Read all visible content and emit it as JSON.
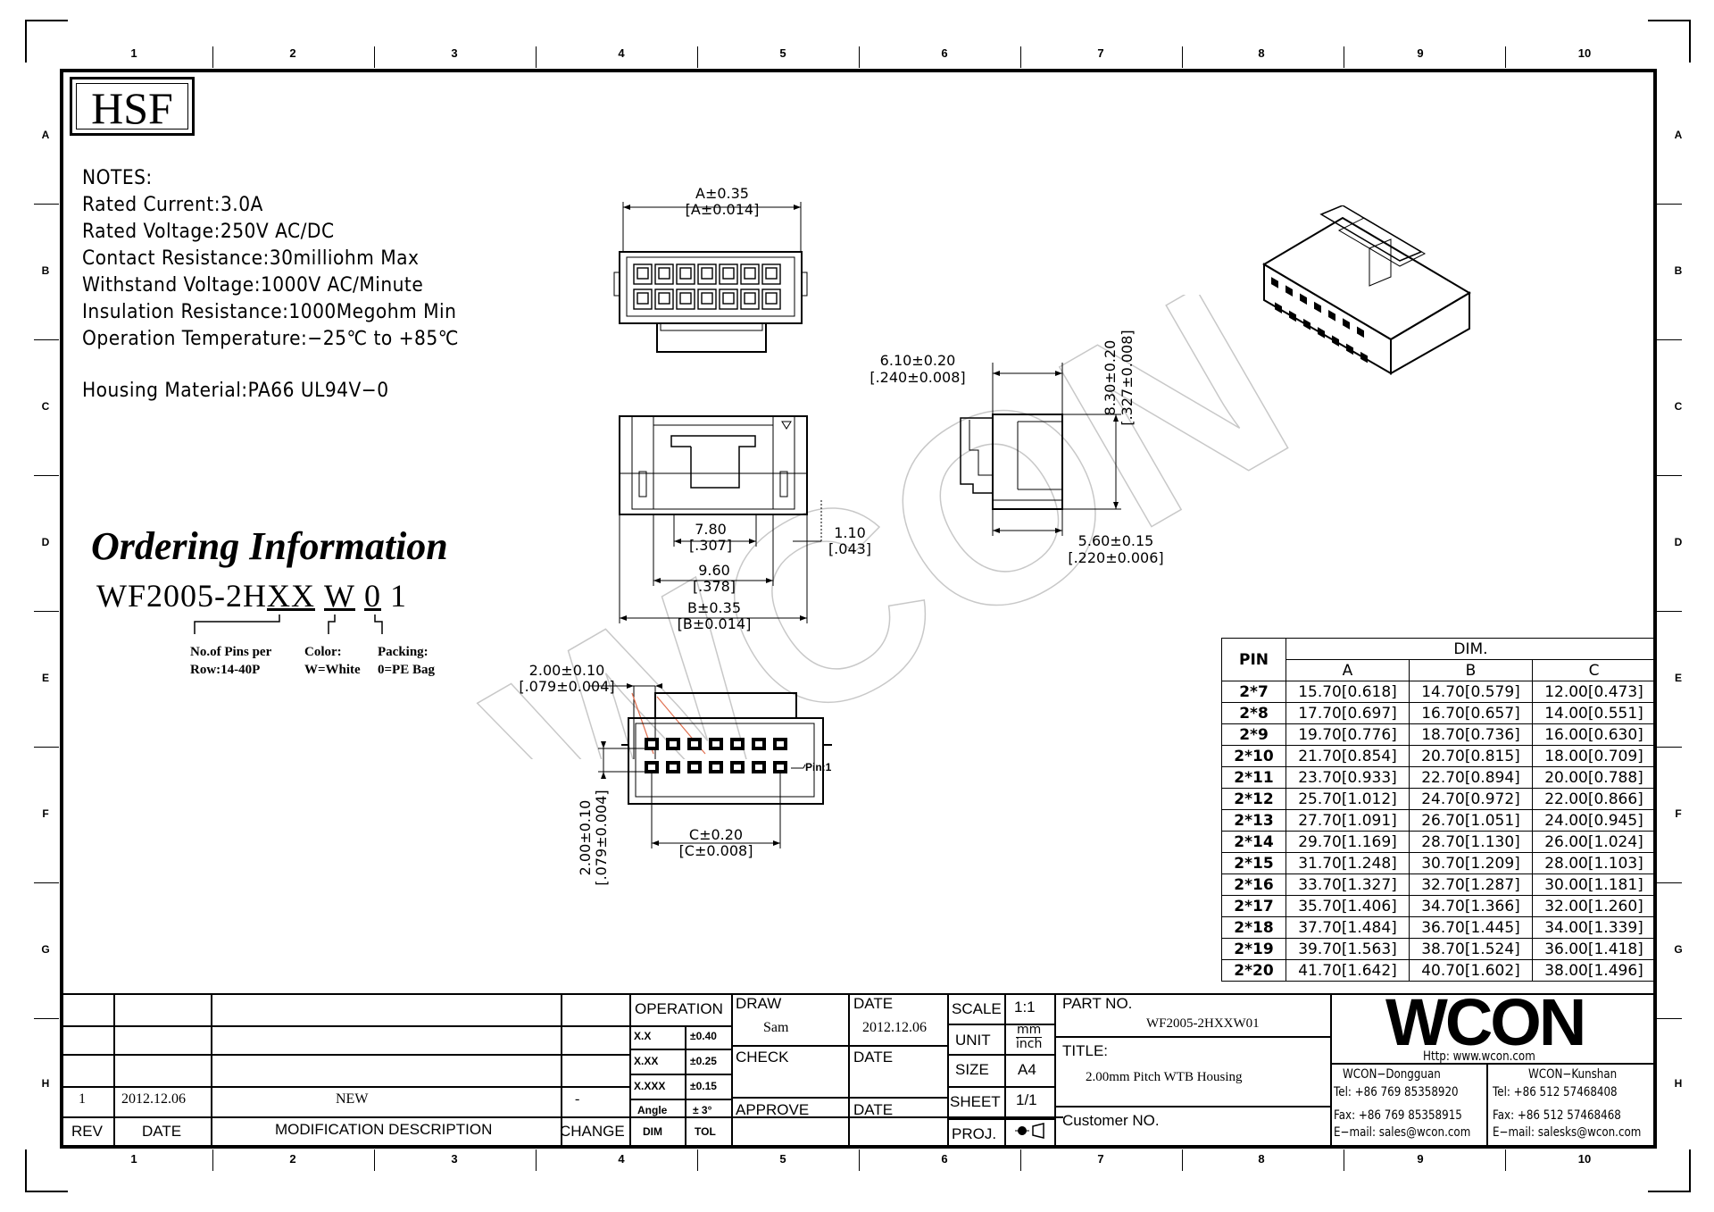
{
  "border": {
    "col_labels": [
      "1",
      "2",
      "3",
      "4",
      "5",
      "6",
      "7",
      "8",
      "9",
      "10"
    ],
    "row_labels": [
      "A",
      "B",
      "C",
      "D",
      "E",
      "F",
      "G",
      "H"
    ]
  },
  "logo_hsf": "HSF",
  "notes": {
    "heading": "NOTES:",
    "lines": [
      "Rated  Current:3.0A",
      "Rated  Voltage:250V  AC/DC",
      "Contact  Resistance:30milliohm  Max",
      "Withstand  Voltage:1000V  AC/Minute",
      "Insulation  Resistance:1000Megohm  Min",
      "Operation  Temperature:−25℃  to  +85℃"
    ],
    "material": "Housing  Material:PA66  UL94V−0"
  },
  "ordering": {
    "title": "Ordering Information",
    "code_prefix": "WF2005-2H",
    "code_xx": "XX",
    "code_w": "W",
    "code_0": "0",
    "code_1": "1",
    "label_pins_1": "No.of Pins per",
    "label_pins_2": "Row:14-40P",
    "label_color_1": "Color:",
    "label_color_2": "W=White",
    "label_pack_1": "Packing:",
    "label_pack_2": "0=PE Bag"
  },
  "dims": {
    "a_top": "A±0.35",
    "a_bot": "[A±0.014]",
    "d780_a": "7.80",
    "d780_b": "[.307]",
    "d110_a": "1.10",
    "d110_b": "[.043]",
    "d960_a": "9.60",
    "d960_b": "[.378]",
    "b_top": "B±0.35",
    "b_bot": "[B±0.014]",
    "d610_a": "6.10±0.20",
    "d610_b": "[.240±0.008]",
    "d830_a": "8.30±0.20",
    "d830_b": "[.327±0.008]",
    "d560_a": "5.60±0.15",
    "d560_b": "[.220±0.006]",
    "d200h_a": "2.00±0.10",
    "d200h_b": "[.079±0.004]",
    "d200v_a": "2.00±0.10",
    "d200v_b": "[.079±0.004]",
    "c_top": "C±0.20",
    "c_bot": "[C±0.008]",
    "pin1": "Pin:1"
  },
  "watermark": "WCON",
  "dim_table": {
    "pin_header": "PIN",
    "dim_header": "DIM.",
    "cols": [
      "A",
      "B",
      "C"
    ],
    "rows": [
      {
        "pin": "2*7",
        "a": "15.70[0.618]",
        "b": "14.70[0.579]",
        "c": "12.00[0.473]"
      },
      {
        "pin": "2*8",
        "a": "17.70[0.697]",
        "b": "16.70[0.657]",
        "c": "14.00[0.551]"
      },
      {
        "pin": "2*9",
        "a": "19.70[0.776]",
        "b": "18.70[0.736]",
        "c": "16.00[0.630]"
      },
      {
        "pin": "2*10",
        "a": "21.70[0.854]",
        "b": "20.70[0.815]",
        "c": "18.00[0.709]"
      },
      {
        "pin": "2*11",
        "a": "23.70[0.933]",
        "b": "22.70[0.894]",
        "c": "20.00[0.788]"
      },
      {
        "pin": "2*12",
        "a": "25.70[1.012]",
        "b": "24.70[0.972]",
        "c": "22.00[0.866]"
      },
      {
        "pin": "2*13",
        "a": "27.70[1.091]",
        "b": "26.70[1.051]",
        "c": "24.00[0.945]"
      },
      {
        "pin": "2*14",
        "a": "29.70[1.169]",
        "b": "28.70[1.130]",
        "c": "26.00[1.024]"
      },
      {
        "pin": "2*15",
        "a": "31.70[1.248]",
        "b": "30.70[1.209]",
        "c": "28.00[1.103]"
      },
      {
        "pin": "2*16",
        "a": "33.70[1.327]",
        "b": "32.70[1.287]",
        "c": "30.00[1.181]"
      },
      {
        "pin": "2*17",
        "a": "35.70[1.406]",
        "b": "34.70[1.366]",
        "c": "32.00[1.260]"
      },
      {
        "pin": "2*18",
        "a": "37.70[1.484]",
        "b": "36.70[1.445]",
        "c": "34.00[1.339]"
      },
      {
        "pin": "2*19",
        "a": "39.70[1.563]",
        "b": "38.70[1.524]",
        "c": "36.00[1.418]"
      },
      {
        "pin": "2*20",
        "a": "41.70[1.642]",
        "b": "40.70[1.602]",
        "c": "38.00[1.496]"
      }
    ]
  },
  "title_block": {
    "rev_row": {
      "rev": "1",
      "date": "2012.12.06",
      "desc": "NEW",
      "change": "-"
    },
    "rev_header": "REV",
    "date_header": "DATE",
    "mod_header": "MODIFICATION  DESCRIPTION",
    "change_header": "CHANGE",
    "operation": "OPERATION",
    "tol_rows": [
      {
        "dim": "X.X",
        "tol": "±0.40"
      },
      {
        "dim": "X.XX",
        "tol": "±0.25"
      },
      {
        "dim": "X.XXX",
        "tol": "±0.15"
      },
      {
        "dim": "Angle",
        "tol": "±  3°"
      }
    ],
    "dim_label": "DIM",
    "tol_label": "TOL",
    "draw": "DRAW",
    "drawer": "Sam",
    "check": "CHECK",
    "approve": "APPROVE",
    "date_lbl": "DATE",
    "draw_date": "2012.12.06",
    "scale_lbl": "SCALE",
    "scale_val": "1:1",
    "unit_lbl": "UNIT",
    "unit_mm": "mm",
    "unit_inch": "inch",
    "size_lbl": "SIZE",
    "size_val": "A4",
    "sheet_lbl": "SHEET",
    "sheet_val": "1/1",
    "proj_lbl": "PROJ.",
    "part_no_lbl": "PART  NO.",
    "part_no": "WF2005-2HXXW01",
    "title_lbl": "TITLE:",
    "title": "2.00mm Pitch WTB Housing",
    "customer_lbl": "Customer  NO.",
    "company_logo": "WCON",
    "website": "Http:  www.wcon.com",
    "dg_name": "WCON−Dongguan",
    "dg_tel": "Tel:  +86  769  85358920",
    "dg_fax": "Fax:  +86  769  85358915",
    "dg_email": "E−mail:  sales@wcon.com",
    "ks_name": "WCON−Kunshan",
    "ks_tel": "Tel:  +86  512  57468408",
    "ks_fax": "Fax:  +86  512  57468468",
    "ks_email": "E−mail:  salesks@wcon.com"
  }
}
